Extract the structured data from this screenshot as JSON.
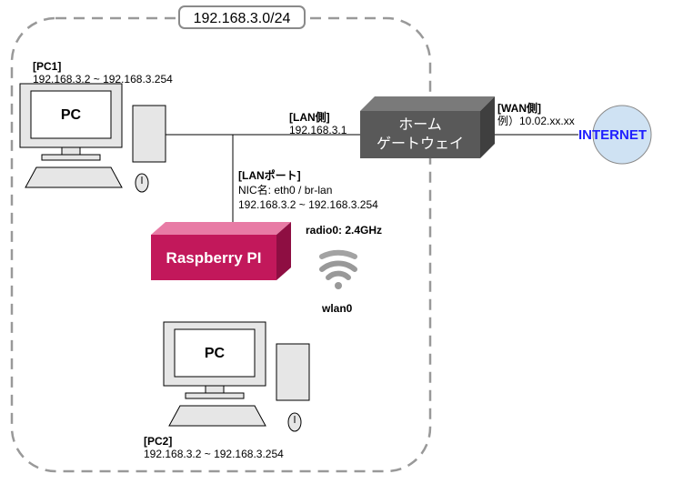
{
  "network_label": "192.168.3.0/24",
  "pc1": {
    "heading": "[PC1]",
    "range": "192.168.3.2 ~ 192.168.3.254",
    "screen_text": "PC"
  },
  "pc2": {
    "heading": "[PC2]",
    "range": "192.168.3.2 ~ 192.168.3.254",
    "screen_text": "PC"
  },
  "lan_side": {
    "heading": "[LAN側]",
    "ip": "192.168.3.1"
  },
  "wan_side": {
    "heading": "[WAN側]",
    "example": "例）10.02.xx.xx"
  },
  "gateway": {
    "line1": "ホーム",
    "line2": "ゲートウェイ"
  },
  "internet": {
    "label": "INTERNET"
  },
  "lan_port": {
    "heading": "[LANポート]",
    "nic": "NIC名: eth0 / br-lan",
    "range": "192.168.3.2 ~ 192.168.3.254"
  },
  "raspberry": {
    "label": "Raspberry PI"
  },
  "wifi": {
    "radio": "radio0: 2.4GHz",
    "iface": "wlan0"
  },
  "colors": {
    "raspberry_front": "#c2185b",
    "gateway_front": "#595959",
    "internet_text": "#1f1fff",
    "internet_fill": "#cfe2f3",
    "boundary": "#999999"
  }
}
